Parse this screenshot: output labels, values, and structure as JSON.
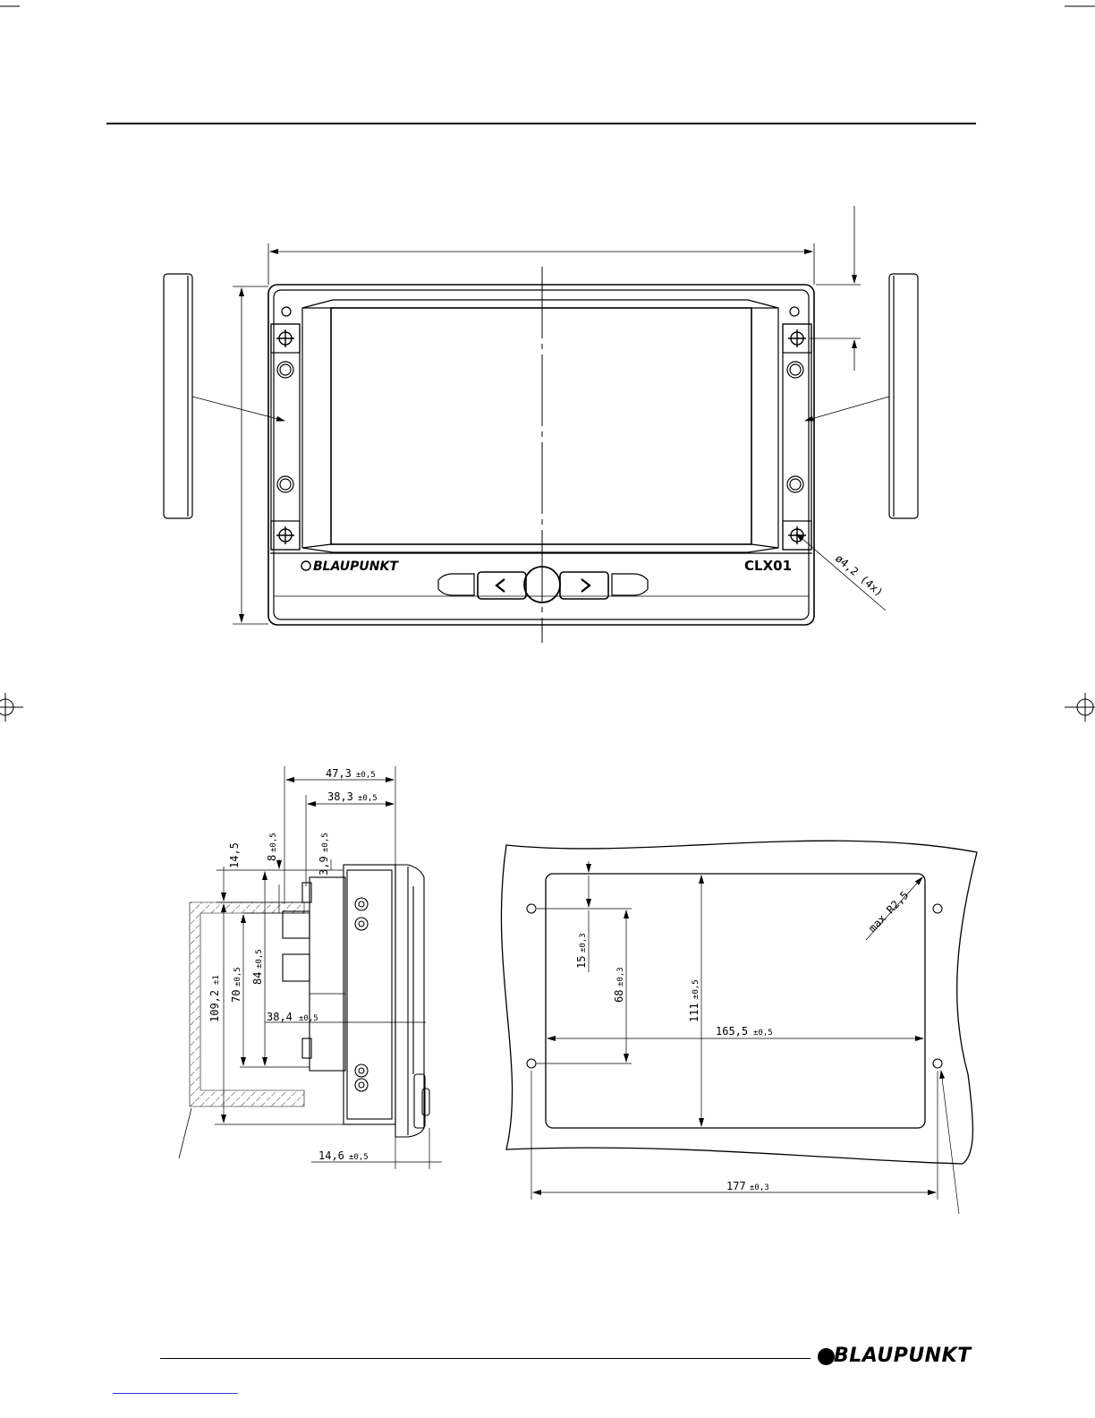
{
  "front_view": {
    "brand_label": "BLAUPUNKT",
    "model_label": "CLX01",
    "hole_label": "ø4,2 (4x)"
  },
  "side_view": {
    "dims": {
      "d47": "47,3",
      "d47_tol": "±0,5",
      "d38": "38,3",
      "d38_tol": "±0,5",
      "d14_5": "14,5",
      "d8": "8",
      "d8_tol": "±0,5",
      "d3_9": "3,9",
      "d3_9_tol": "±0,5",
      "d109": "109,2",
      "d109_tol": "±1",
      "d70": "70",
      "d70_tol": "±0,5",
      "d84": "84",
      "d84_tol": "±0,5",
      "d38_4": "38,4",
      "d38_4_tol": "±0,5",
      "d14_6": "14,6",
      "d14_6_tol": "±0,5"
    }
  },
  "cutout_view": {
    "dims": {
      "d15": "15",
      "d15_tol": "±0,3",
      "d68": "68",
      "d68_tol": "±0,3",
      "d111": "111",
      "d111_tol": "±0,5",
      "d165": "165,5",
      "d165_tol": "±0,5",
      "d177": "177",
      "d177_tol": "±0,3",
      "radius": "max R2,5"
    }
  },
  "footer": {
    "brand": "BLAUPUNKT"
  }
}
